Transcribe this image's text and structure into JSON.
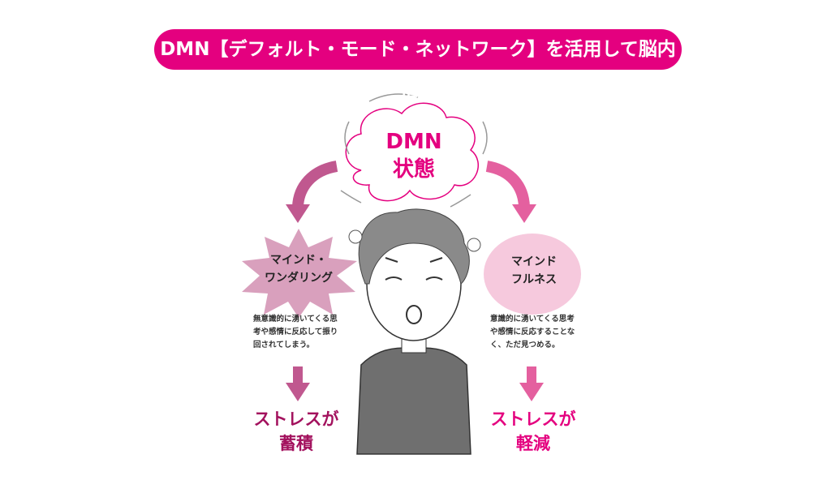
{
  "title": "DMN【デフォルト・モード・ネットワーク】を活用して脳内整理",
  "center": {
    "line1": "DMN",
    "line2": "状態"
  },
  "left": {
    "label_line1": "マインド・",
    "label_line2": "ワンダリング",
    "description": "無意識的に湧いてくる思考や感情に反応して振り回されてしまう。",
    "result_line1": "ストレスが",
    "result_line2": "蓄積"
  },
  "right": {
    "label_line1": "マインド",
    "label_line2": "フルネス",
    "description": "意識的に湧いてくる思考や感情に反応することなく、ただ見つめる。",
    "result_line1": "ストレスが",
    "result_line2": "軽減"
  },
  "colors": {
    "magenta": "#e4007f",
    "dark_magenta": "#a3125e",
    "pink_light": "#f6c9dd",
    "star": "#d9a0bd",
    "arrow_left": "#c0588f",
    "arrow_right": "#e4609f"
  }
}
